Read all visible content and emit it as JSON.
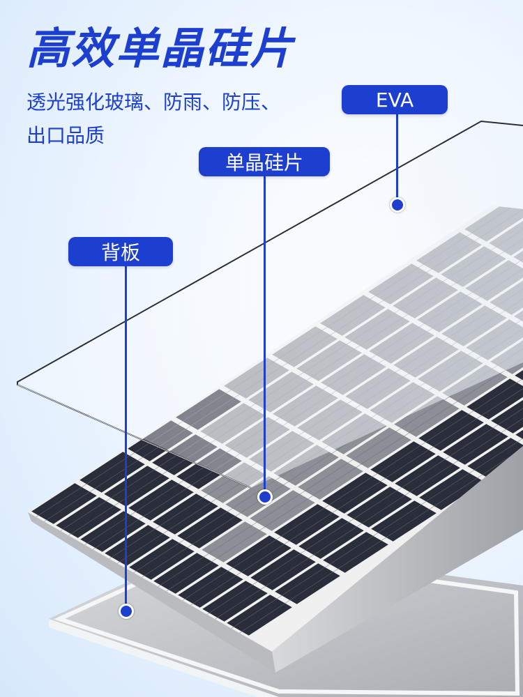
{
  "headline": "高效单晶硅片",
  "subtitle_line1": "透光强化玻璃、防雨、防压、",
  "subtitle_line2": "出口品质",
  "labels": {
    "eva": "EVA",
    "cell": "单晶硅片",
    "backsheet": "背板"
  },
  "colors": {
    "accent": "#1c3fd0",
    "background": "#e3effc",
    "cell_dark": "#2a2e3a",
    "cell_gray": "#8c8f96",
    "backsheet": "#c4c6ca"
  }
}
